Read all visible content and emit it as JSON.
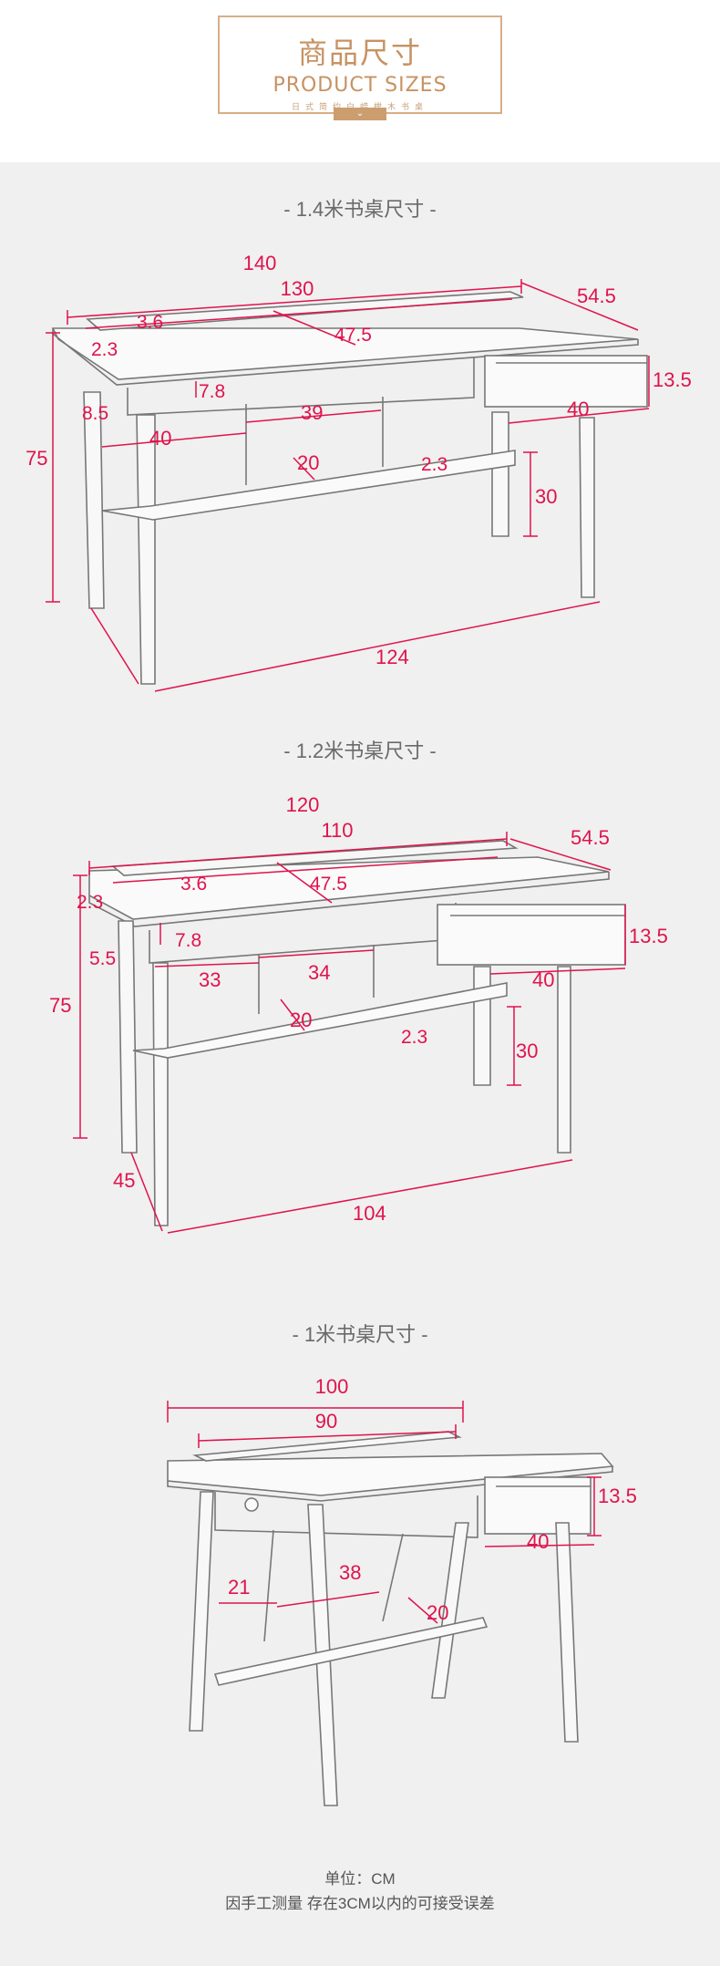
{
  "header": {
    "title_cn": "商品尺寸",
    "title_en": "PRODUCT SIZES",
    "subtitle": "日式简约白蜡榉木书桌",
    "tab_icon": "chevron-down-icon",
    "colors": {
      "accent": "#cc9d6f",
      "dimension": "#e0134c"
    }
  },
  "sections": [
    {
      "title": "- 1.4米书桌尺寸 -",
      "dims": {
        "total_width": "140",
        "inner_width": "130",
        "depth": "54.5",
        "board_height": "3.6",
        "depth_top": "47.5",
        "top_thickness": "2.3",
        "apron": "7.8",
        "apron_side": "8.5",
        "drawer_height": "13.5",
        "drawer_width": "40",
        "span_a": "39",
        "span_b": "40",
        "shelf_depth": "20",
        "shelf_thickness": "2.3",
        "shelf_height": "30",
        "height": "75",
        "bottom_width": "124"
      }
    },
    {
      "title": "- 1.2米书桌尺寸 -",
      "dims": {
        "total_width": "120",
        "inner_width": "110",
        "depth": "54.5",
        "board_height": "3.6",
        "depth_top": "47.5",
        "top_thickness": "2.3",
        "apron": "7.8",
        "apron_side": "5.5",
        "drawer_height": "13.5",
        "drawer_width": "40",
        "span_a": "33",
        "span_b": "34",
        "shelf_depth": "20",
        "shelf_thickness": "2.3",
        "shelf_height": "30",
        "height": "75",
        "leg_depth": "45",
        "bottom_width": "104"
      }
    },
    {
      "title": "-   1米书桌尺寸   -",
      "dims": {
        "total_width": "100",
        "inner_width": "90",
        "drawer_height": "13.5",
        "drawer_width": "40",
        "span_a": "21",
        "span_b": "38",
        "shelf_depth": "20"
      }
    }
  ],
  "footer": {
    "unit": "单位：CM",
    "note": "因手工测量 存在3CM以内的可接受误差"
  }
}
